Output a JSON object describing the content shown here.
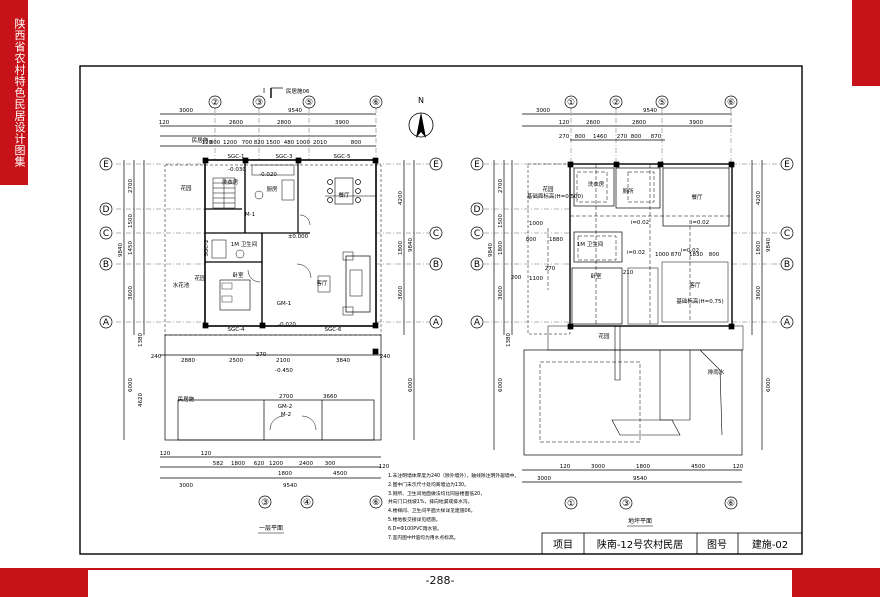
{
  "side_tab": {
    "text": "陕西省农村特色民居设计图集"
  },
  "page_number": "-288-",
  "north": "N",
  "section_mark": "I",
  "section_note": "民居施06",
  "ground_floor": {
    "axes_top": [
      "②",
      "③",
      "⑤",
      "⑥"
    ],
    "axes_bottom": [
      "③",
      "④",
      "⑥"
    ],
    "axes_side": [
      "E",
      "D",
      "C",
      "B",
      "A"
    ],
    "dims_top": [
      "3000",
      "9540",
      "2600",
      "2800",
      "3900",
      "120",
      "120",
      "800",
      "1200",
      "700",
      "820",
      "1500",
      "480",
      "1000",
      "2010",
      "800"
    ],
    "dims_bottom": [
      "2880",
      "2500",
      "2100",
      "3840",
      "240",
      "240",
      "120",
      "582",
      "1800",
      "620",
      "1200",
      "2400",
      "300",
      "1800",
      "4500",
      "3000",
      "9540",
      "120"
    ],
    "dims_left": [
      "2700",
      "1500",
      "1450",
      "3600",
      "1380",
      "6000",
      "4620",
      "9840"
    ],
    "dims_right": [
      "4200",
      "1800",
      "3600",
      "6000",
      "9840"
    ],
    "rooms": [
      "洗衣房",
      "厨房",
      "餐厅",
      "卧室",
      "客厅",
      "花园",
      "花园",
      "水花池",
      "民居施",
      "SGC-1",
      "SGC-3",
      "SGC-5",
      "SGC-2",
      "SGC-4",
      "SGC-6",
      "M-1",
      "M-2",
      "GM-1",
      "GM-2",
      "1M 卫生间",
      "民居施"
    ],
    "elevations": [
      "-0.030",
      "-0.020",
      "±0.000",
      "-0.020",
      "-0.450"
    ],
    "dims_inner": [
      "2700",
      "3660",
      "120",
      "370"
    ],
    "title": "一层平面"
  },
  "notes": [
    "1.未注明墙体厚度为240（除外墙外），轴线除注明外居墙中。",
    "2.图中门未示尺寸处均离墙边为130。",
    "3.厕所、卫生间地面做法均比同层楼面低20，",
    "  并向门口找坡1%，排向地漏或排水沟。",
    "4.楼梯间、卫生间平面大样详见建施06。",
    "5.楼地板交接详见结施。",
    "6.D=Φ100PVC雨水管。",
    "7.室内图中H值均为用水点标高。"
  ],
  "foundation": {
    "axes_top": [
      "①",
      "②",
      "⑤",
      "⑥"
    ],
    "axes_bottom": [
      "①",
      "③",
      "⑥"
    ],
    "axes_side": [
      "E",
      "D",
      "C",
      "B",
      "A"
    ],
    "dims_top": [
      "3000",
      "9540",
      "120",
      "2600",
      "2800",
      "3900",
      "270",
      "800",
      "1460",
      "270",
      "800",
      "870"
    ],
    "dims_bottom": [
      "120",
      "3000",
      "1800",
      "4500",
      "3000",
      "9540",
      "120"
    ],
    "dims_left": [
      "2700",
      "1500",
      "1800",
      "3600",
      "1380",
      "6000",
      "9840"
    ],
    "dims_right": [
      "4200",
      "1800",
      "3600",
      "6000",
      "9840"
    ],
    "rooms": [
      "洗衣房",
      "厕所",
      "餐厅",
      "卧室",
      "客厅",
      "花园",
      "花园",
      "1M 卫生间"
    ],
    "labels": [
      "基础面标高(H=0.500)",
      "i=0.02",
      "i=0.02",
      "i=0.02",
      "i=0.02",
      "基础标高(H=0.75)",
      "排雨水",
      "1000",
      "800",
      "1880",
      "200",
      "270",
      "1000",
      "870",
      "210",
      "1830",
      "800",
      "1100"
    ],
    "title": "地坪平面"
  },
  "title_block": {
    "label_project": "项目",
    "project": "陕南-12号农村民居",
    "label_drawing": "图号",
    "drawing_no": "建施-02"
  }
}
